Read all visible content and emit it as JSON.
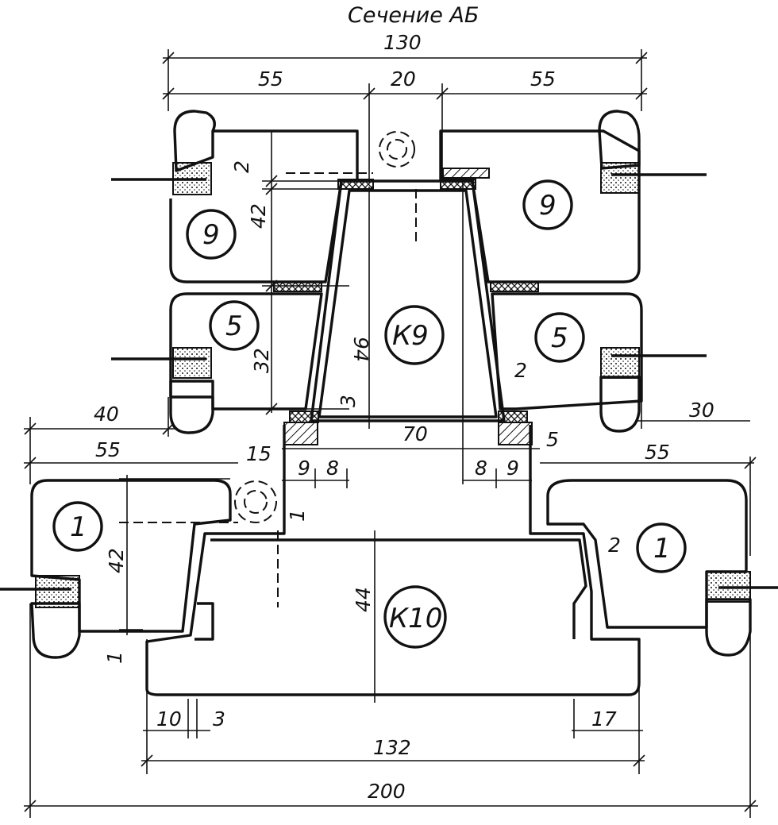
{
  "title": "Сечение АБ",
  "elements": {
    "e9_left": "9",
    "e9_right": "9",
    "e5_left": "5",
    "e5_right": "5",
    "k9": "К9",
    "e1_left": "1",
    "e1_right": "1",
    "k10": "К10"
  },
  "dims": {
    "d130": "130",
    "d55_a": "55",
    "d20": "20",
    "d55_b": "55",
    "d2_a": "2",
    "d42_a": "42",
    "d94": "94",
    "d32": "32",
    "d3_a": "3",
    "d2_b": "2",
    "d40": "40",
    "d30": "30",
    "d70": "70",
    "d5": "5",
    "d55_c": "55",
    "d15": "15",
    "d9_a": "9",
    "d8_a": "8",
    "d8_b": "8",
    "d9_b": "9",
    "d55_d": "55",
    "d1_a": "1",
    "d2_c": "2",
    "d42_b": "42",
    "d44": "44",
    "d1_b": "1",
    "d10": "10",
    "d3_b": "3",
    "d17": "17",
    "d132": "132",
    "d200": "200"
  }
}
